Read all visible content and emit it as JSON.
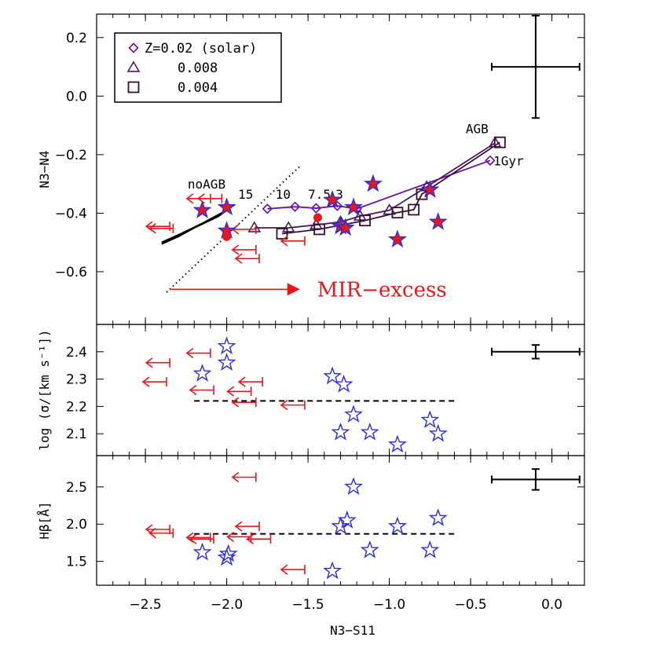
{
  "chart_data": {
    "type": "scatter",
    "xlabel": "N3−S11",
    "x_range": [
      -2.8,
      0.2
    ],
    "x_ticks": [
      -2.5,
      -2.0,
      -1.5,
      -1.0,
      -0.5,
      0.0
    ],
    "x_tick_labels": [
      "−2.5",
      "−2.0",
      "−1.5",
      "−1.0",
      "−0.5",
      "0.0"
    ],
    "colors": {
      "solar": "#6a0dad",
      "z008": "#4b1a5e",
      "z004": "#3a0f2e",
      "star": "#2b2bd9",
      "excess": "#e8171c",
      "axis": "#000000"
    },
    "panels": [
      {
        "id": "top",
        "ylabel": "N3−N4",
        "y_range": [
          -0.78,
          0.28
        ],
        "y_ticks": [
          -0.6,
          -0.4,
          -0.2,
          0.0,
          0.2
        ],
        "y_tick_labels": [
          "−0.6",
          "−0.4",
          "−0.2",
          "0.0",
          "0.2"
        ],
        "legend": {
          "placement": "top-left",
          "entries": [
            {
              "marker": "diamond",
              "label": "Z=0.02 (solar)"
            },
            {
              "marker": "triangle",
              "label": "0.008"
            },
            {
              "marker": "square",
              "label": "0.004"
            }
          ]
        },
        "annotations": {
          "noagb": "noAGB",
          "agb": "AGB",
          "age_labels": [
            "15",
            "10",
            "7.5",
            "3"
          ],
          "onegyr": "1Gyr",
          "mir_excess": "MIR−excess"
        },
        "models": [
          {
            "name": "Z=0.02 (solar)",
            "marker": "diamond",
            "color_key": "solar",
            "x": [
              -1.75,
              -1.58,
              -1.45,
              -1.32,
              -1.2,
              -0.38
            ],
            "y": [
              -0.385,
              -0.378,
              -0.383,
              -0.375,
              -0.385,
              -0.22
            ]
          },
          {
            "name": "0.008",
            "marker": "triangle",
            "color_key": "z008",
            "x": [
              -1.83,
              -1.62,
              -1.45,
              -1.3,
              -1.18,
              -1.0,
              -0.77,
              -0.35
            ],
            "y": [
              -0.45,
              -0.45,
              -0.44,
              -0.43,
              -0.41,
              -0.39,
              -0.31,
              -0.16
            ]
          },
          {
            "name": "0.004",
            "marker": "square",
            "color_key": "z004",
            "x": [
              -1.66,
              -1.43,
              -1.15,
              -0.95,
              -0.85,
              -0.8,
              -0.32
            ],
            "y": [
              -0.47,
              -0.455,
              -0.425,
              -0.398,
              -0.388,
              -0.335,
              -0.158
            ]
          }
        ],
        "noagb_tracks": [
          {
            "x": [
              -2.4,
              -2.3,
              -2.2,
              -2.05,
              -1.95
            ],
            "y": [
              -0.505,
              -0.48,
              -0.45,
              -0.41,
              -0.37
            ]
          },
          {
            "x": [
              -2.4,
              -2.28,
              -2.15,
              -2.0,
              -1.97
            ],
            "y": [
              -0.5,
              -0.47,
              -0.435,
              -0.39,
              -0.375
            ]
          }
        ],
        "dotted_line": {
          "x": [
            -2.37,
            -1.55
          ],
          "y": [
            -0.67,
            -0.24
          ]
        },
        "excess_arrow": {
          "x_start": -2.35,
          "x_end": -1.55,
          "y": -0.66
        },
        "stars": [
          {
            "x": -2.15,
            "y": -0.39,
            "dot": true
          },
          {
            "x": -2.0,
            "y": -0.38,
            "dot": true
          },
          {
            "x": -2.0,
            "y": -0.46,
            "dot": true
          },
          {
            "x": -1.35,
            "y": -0.355,
            "dot": true
          },
          {
            "x": -1.3,
            "y": -0.445,
            "dot": true
          },
          {
            "x": -1.27,
            "y": -0.45,
            "dot": true
          },
          {
            "x": -1.22,
            "y": -0.38,
            "dot": true
          },
          {
            "x": -1.1,
            "y": -0.3,
            "dot": true
          },
          {
            "x": -0.95,
            "y": -0.49,
            "dot": true
          },
          {
            "x": -0.75,
            "y": -0.32,
            "dot": true
          },
          {
            "x": -0.7,
            "y": -0.43,
            "dot": true
          }
        ],
        "dots": [
          {
            "x": -2.0,
            "y": -0.48
          },
          {
            "x": -1.44,
            "y": -0.415
          }
        ],
        "upper_limits": [
          {
            "x": -2.35,
            "y": -0.445
          },
          {
            "x": -2.33,
            "y": -0.452
          },
          {
            "x": -2.1,
            "y": -0.35
          },
          {
            "x": -2.03,
            "y": -0.35
          },
          {
            "x": -1.82,
            "y": -0.455
          },
          {
            "x": -1.82,
            "y": -0.525
          },
          {
            "x": -1.8,
            "y": -0.555
          },
          {
            "x": -1.52,
            "y": -0.495
          }
        ],
        "error_bar": {
          "x": -0.1,
          "y": 0.1,
          "x_half": 0.27,
          "y_half": 0.175
        }
      },
      {
        "id": "middle",
        "ylabel": "log (σ/[km s⁻¹])",
        "y_range": [
          2.02,
          2.5
        ],
        "y_ticks": [
          2.1,
          2.2,
          2.3,
          2.4
        ],
        "y_tick_labels": [
          "2.1",
          "2.2",
          "2.3",
          "2.4"
        ],
        "dashed_line": {
          "x": [
            -2.2,
            -0.6
          ],
          "y": 2.22
        },
        "stars": [
          {
            "x": -2.15,
            "y": 2.32
          },
          {
            "x": -2.0,
            "y": 2.42
          },
          {
            "x": -2.0,
            "y": 2.36
          },
          {
            "x": -1.35,
            "y": 2.31
          },
          {
            "x": -1.28,
            "y": 2.28
          },
          {
            "x": -1.3,
            "y": 2.105
          },
          {
            "x": -1.22,
            "y": 2.17
          },
          {
            "x": -1.12,
            "y": 2.105
          },
          {
            "x": -0.95,
            "y": 2.06
          },
          {
            "x": -0.75,
            "y": 2.15
          },
          {
            "x": -0.7,
            "y": 2.1
          }
        ],
        "upper_limits": [
          {
            "x": -2.35,
            "y": 2.36
          },
          {
            "x": -2.37,
            "y": 2.29
          },
          {
            "x": -2.1,
            "y": 2.395
          },
          {
            "x": -2.08,
            "y": 2.26
          },
          {
            "x": -1.85,
            "y": 2.255
          },
          {
            "x": -1.78,
            "y": 2.29
          },
          {
            "x": -1.82,
            "y": 2.215
          },
          {
            "x": -1.52,
            "y": 2.205
          }
        ],
        "error_bar": {
          "x": -0.1,
          "y": 2.4,
          "x_half": 0.27,
          "y_half": 0.025
        }
      },
      {
        "id": "bottom",
        "ylabel": "Hβ[Å]",
        "y_range": [
          1.18,
          2.92
        ],
        "y_ticks": [
          1.5,
          2.0,
          2.5
        ],
        "y_tick_labels": [
          "1.5",
          "2.0",
          "2.5"
        ],
        "dashed_line": {
          "x": [
            -2.2,
            -0.6
          ],
          "y": 1.87
        },
        "stars": [
          {
            "x": -2.15,
            "y": 1.62
          },
          {
            "x": -2.0,
            "y": 1.55
          },
          {
            "x": -1.99,
            "y": 1.6
          },
          {
            "x": -1.35,
            "y": 1.37
          },
          {
            "x": -1.3,
            "y": 1.97
          },
          {
            "x": -1.26,
            "y": 2.05
          },
          {
            "x": -1.22,
            "y": 2.5
          },
          {
            "x": -1.12,
            "y": 1.65
          },
          {
            "x": -0.95,
            "y": 1.97
          },
          {
            "x": -0.75,
            "y": 1.65
          },
          {
            "x": -0.7,
            "y": 2.08
          }
        ],
        "upper_limits": [
          {
            "x": -2.35,
            "y": 1.93
          },
          {
            "x": -2.33,
            "y": 1.88
          },
          {
            "x": -2.1,
            "y": 1.82
          },
          {
            "x": -2.08,
            "y": 1.8
          },
          {
            "x": -1.82,
            "y": 2.63
          },
          {
            "x": -1.8,
            "y": 1.97
          },
          {
            "x": -1.85,
            "y": 1.83
          },
          {
            "x": -1.73,
            "y": 1.8
          },
          {
            "x": -1.52,
            "y": 1.39
          }
        ],
        "error_bar": {
          "x": -0.1,
          "y": 2.6,
          "x_half": 0.27,
          "y_half": 0.14
        }
      }
    ]
  }
}
